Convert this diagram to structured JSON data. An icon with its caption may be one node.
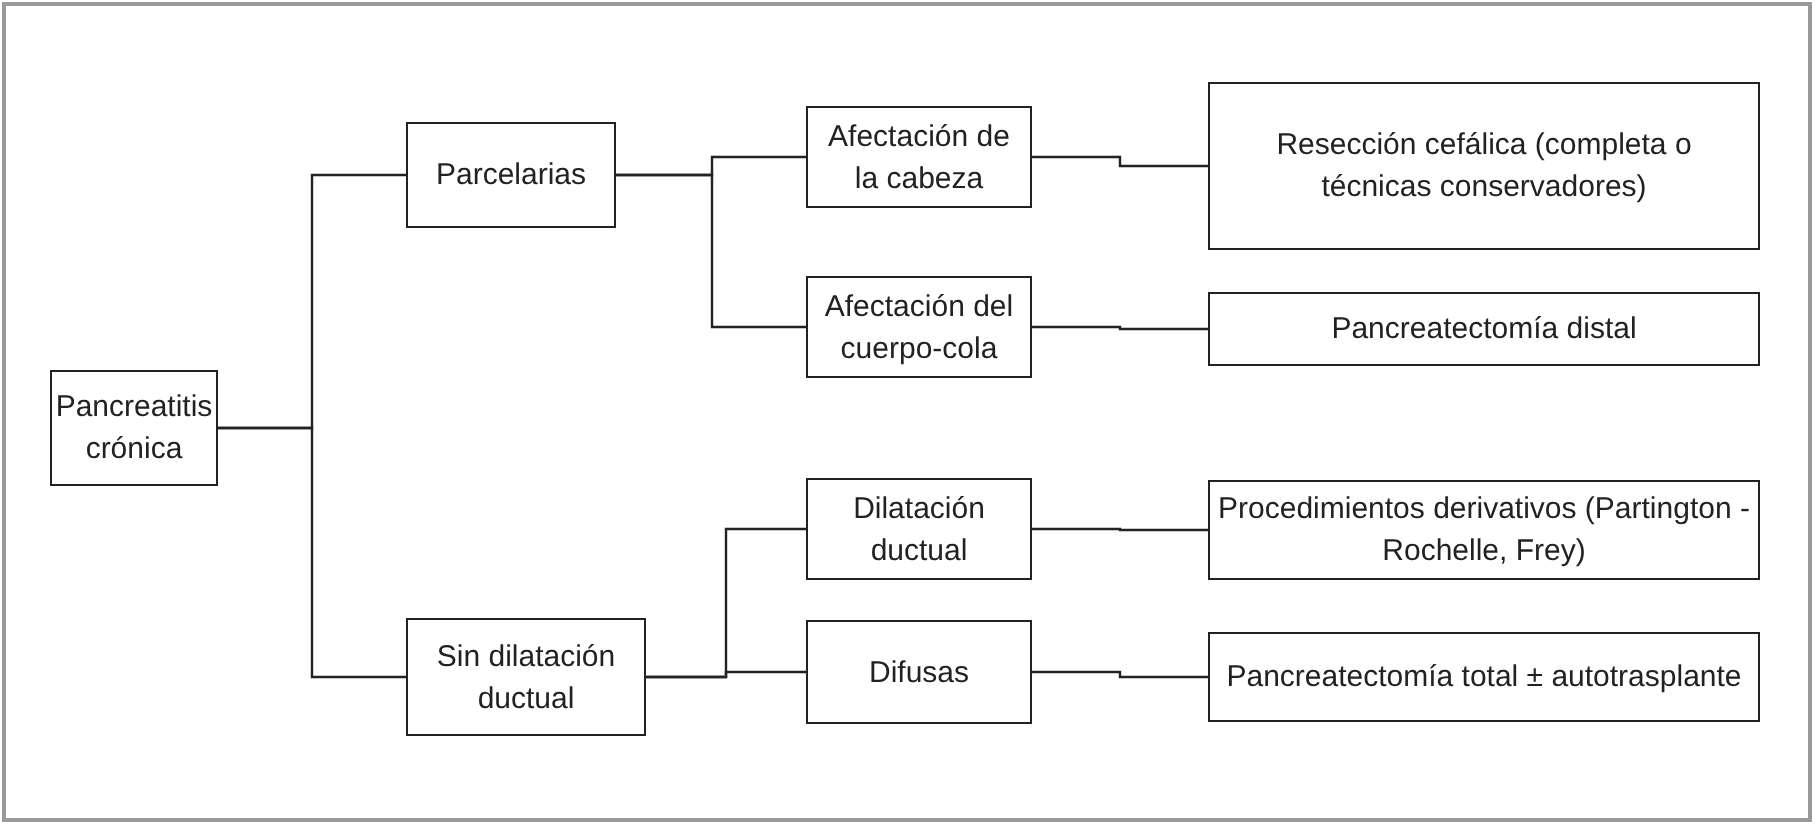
{
  "diagram": {
    "nodes": [
      {
        "text": [
          "Pancreatitis crónica"
        ]
      },
      {
        "text": [
          "Parcelarias"
        ]
      },
      {
        "text": [
          "Sin dilatación ductual"
        ]
      },
      {
        "text": [
          "Afectación de la cabeza"
        ]
      },
      {
        "text": [
          "Afectación del cuerpo-cola"
        ]
      },
      {
        "text": [
          "Resección cefálica (completa o técnicas conservadores)"
        ]
      },
      {
        "text": [
          "Pancreatectomía distal"
        ]
      },
      {
        "text": [
          "Dilatación ductual"
        ]
      },
      {
        "text": [
          "Difusas"
        ]
      },
      {
        "text": [
          "Procedimientos derivativos (Partington - Rochelle, Frey)"
        ]
      },
      {
        "text": [
          "Pancreatectomía total ± autotrasplante"
        ]
      }
    ],
    "edges": [
      {
        "from": 0,
        "to": 1,
        "arrow": "none"
      },
      {
        "from": 0,
        "to": 2,
        "arrow": "none"
      },
      {
        "from": 1,
        "to": 3,
        "arrow": "none"
      },
      {
        "from": 1,
        "to": 4,
        "arrow": "none"
      },
      {
        "from": 2,
        "to": 7,
        "arrow": "none"
      },
      {
        "from": 2,
        "to": 8,
        "arrow": "none"
      },
      {
        "from": 3,
        "to": 5,
        "arrow": "none"
      },
      {
        "from": 4,
        "to": 6,
        "arrow": "none"
      },
      {
        "from": 7,
        "to": 9,
        "arrow": "none"
      },
      {
        "from": 8,
        "to": 10,
        "arrow": "none"
      }
    ]
  }
}
